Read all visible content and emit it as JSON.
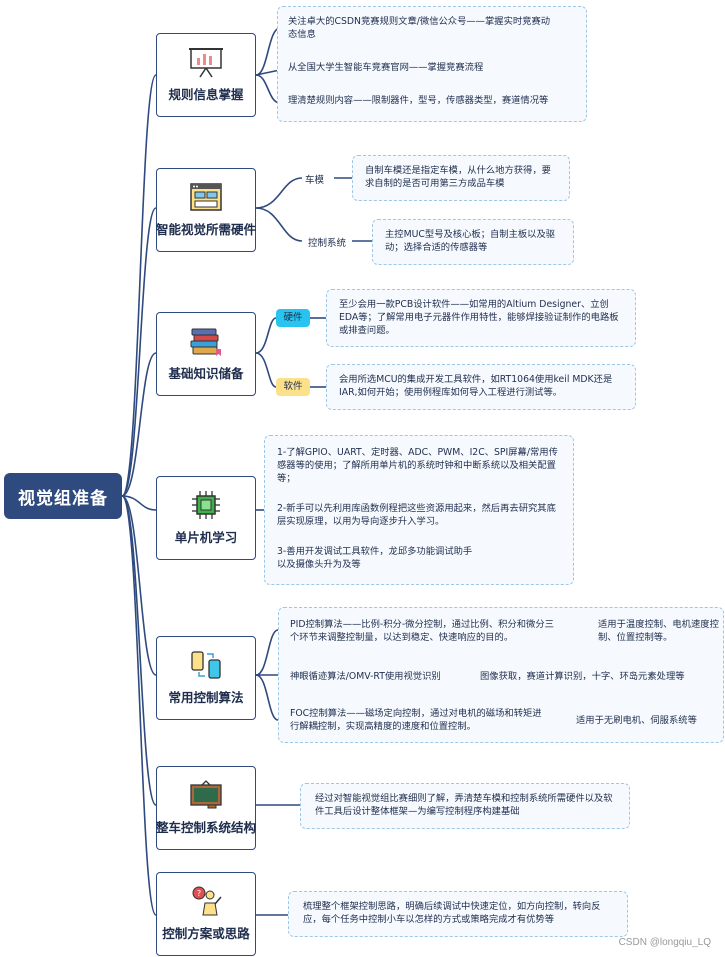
{
  "root": {
    "label": "视觉组准备"
  },
  "topics": {
    "rules": "规则信息掌握",
    "hardware": "智能视觉所需硬件",
    "basics": "基础知识储备",
    "mcu": "单片机学习",
    "algo": "常用控制算法",
    "structure": "整车控制系统结构",
    "plan": "控制方案或思路"
  },
  "rules": {
    "items": [
      "关注卓大的CSDN竞赛规则文章/微信公众号——掌握实时竞赛动态信息",
      "从全国大学生智能车竞赛官网——掌握竞赛流程",
      "理清楚规则内容——限制器件，型号，传感器类型，赛道情况等"
    ]
  },
  "hardware": {
    "car_label": "车模",
    "car_text": "自制车模还是指定车模，从什么地方获得，要求自制的是否可用第三方成品车模",
    "ctrl_label": "控制系统",
    "ctrl_text": "主控MUC型号及核心板；自制主板以及驱动；选择合适的传感器等"
  },
  "basics": {
    "hw_label": "硬件",
    "hw_text": "至少会用一款PCB设计软件——如常用的Altium Designer、立创EDA等；了解常用电子元器件作用特性，能够焊接验证制作的电路板或排查问题。",
    "sw_label": "软件",
    "sw_text": "会用所选MCU的集成开发工具软件，如RT1064使用keil MDK还是IAR,如何开始；使用例程库如何导入工程进行测试等。"
  },
  "mcu": {
    "items": [
      "1-了解GPIO、UART、定时器、ADC、PWM、I2C、SPI屏幕/常用传感器等的使用；了解所用单片机的系统时钟和中断系统以及相关配置等；",
      "2-新手可以先利用库函数例程把这些资源用起来，然后再去研究其底层实现原理，以用为导向逐步升入学习。",
      "3-善用开发调试工具软件，龙邱多功能调试助手以及摄像头升为及等"
    ]
  },
  "algo": {
    "pid": "PID控制算法——比例-积分-微分控制，通过比例、积分和微分三个环节来调整控制量，以达到稳定、快速响应的目的。",
    "pid_use": "适用于温度控制、电机速度控制、位置控制等。",
    "vision": "神眼循迹算法/OMV-RT使用视觉识别",
    "vision_use": "图像获取，赛道计算识别，十字、环岛元素处理等",
    "foc": "FOC控制算法——磁场定向控制，通过对电机的磁场和转矩进行解耦控制，实现高精度的速度和位置控制。",
    "foc_use": "适用于无刷电机、伺服系统等"
  },
  "structure": {
    "text": "经过对智能视觉组比赛细则了解，弄清楚车模和控制系统所需硬件以及软件工具后设计整体框架—为编写控制程序构建基础"
  },
  "plan": {
    "text": "梳理整个框架控制思路，明确后续调试中快速定位，如方向控制，转向反应，每个任务中控制小车以怎样的方式或策略完成才有优势等"
  },
  "footer": {
    "watermark": "CSDN @longqiu_LQ"
  },
  "colors": {
    "line": "#2f4a7e",
    "root_bg": "#2f4a7e",
    "box_border": "#9ec6e6",
    "pill_hw": "#27c4f0",
    "pill_sw": "#fde08a"
  },
  "icons": {
    "rules": "presentation-board-icon",
    "hardware": "browser-window-icon",
    "basics": "books-icon",
    "mcu": "chip-icon",
    "algo": "phones-sync-icon",
    "structure": "chalkboard-icon",
    "plan": "person-question-icon"
  }
}
